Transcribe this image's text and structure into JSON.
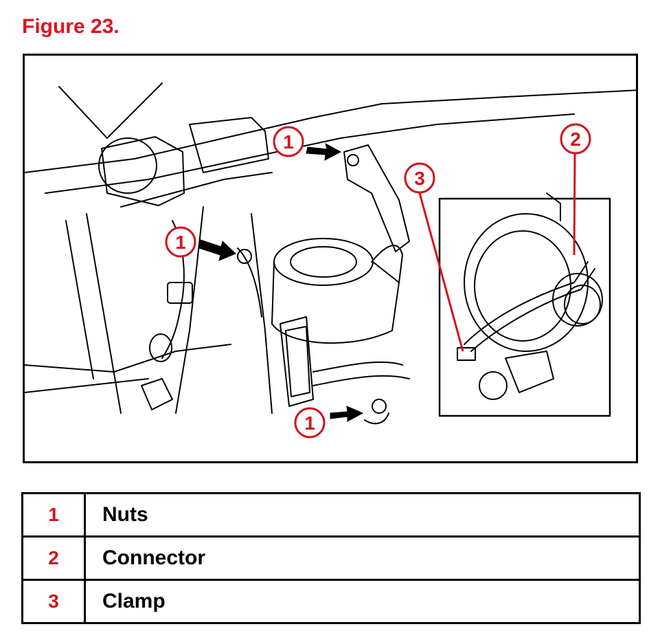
{
  "figure": {
    "title": "Figure 23."
  },
  "callouts": [
    {
      "number": "1"
    },
    {
      "number": "1"
    },
    {
      "number": "1"
    },
    {
      "number": "2"
    },
    {
      "number": "3"
    }
  ],
  "legend": {
    "rows": [
      {
        "number": "1",
        "label": "Nuts"
      },
      {
        "number": "2",
        "label": "Connector"
      },
      {
        "number": "3",
        "label": "Clamp"
      }
    ]
  },
  "colors": {
    "callout_red": "#d1141c",
    "title_red": "#e0141e"
  }
}
